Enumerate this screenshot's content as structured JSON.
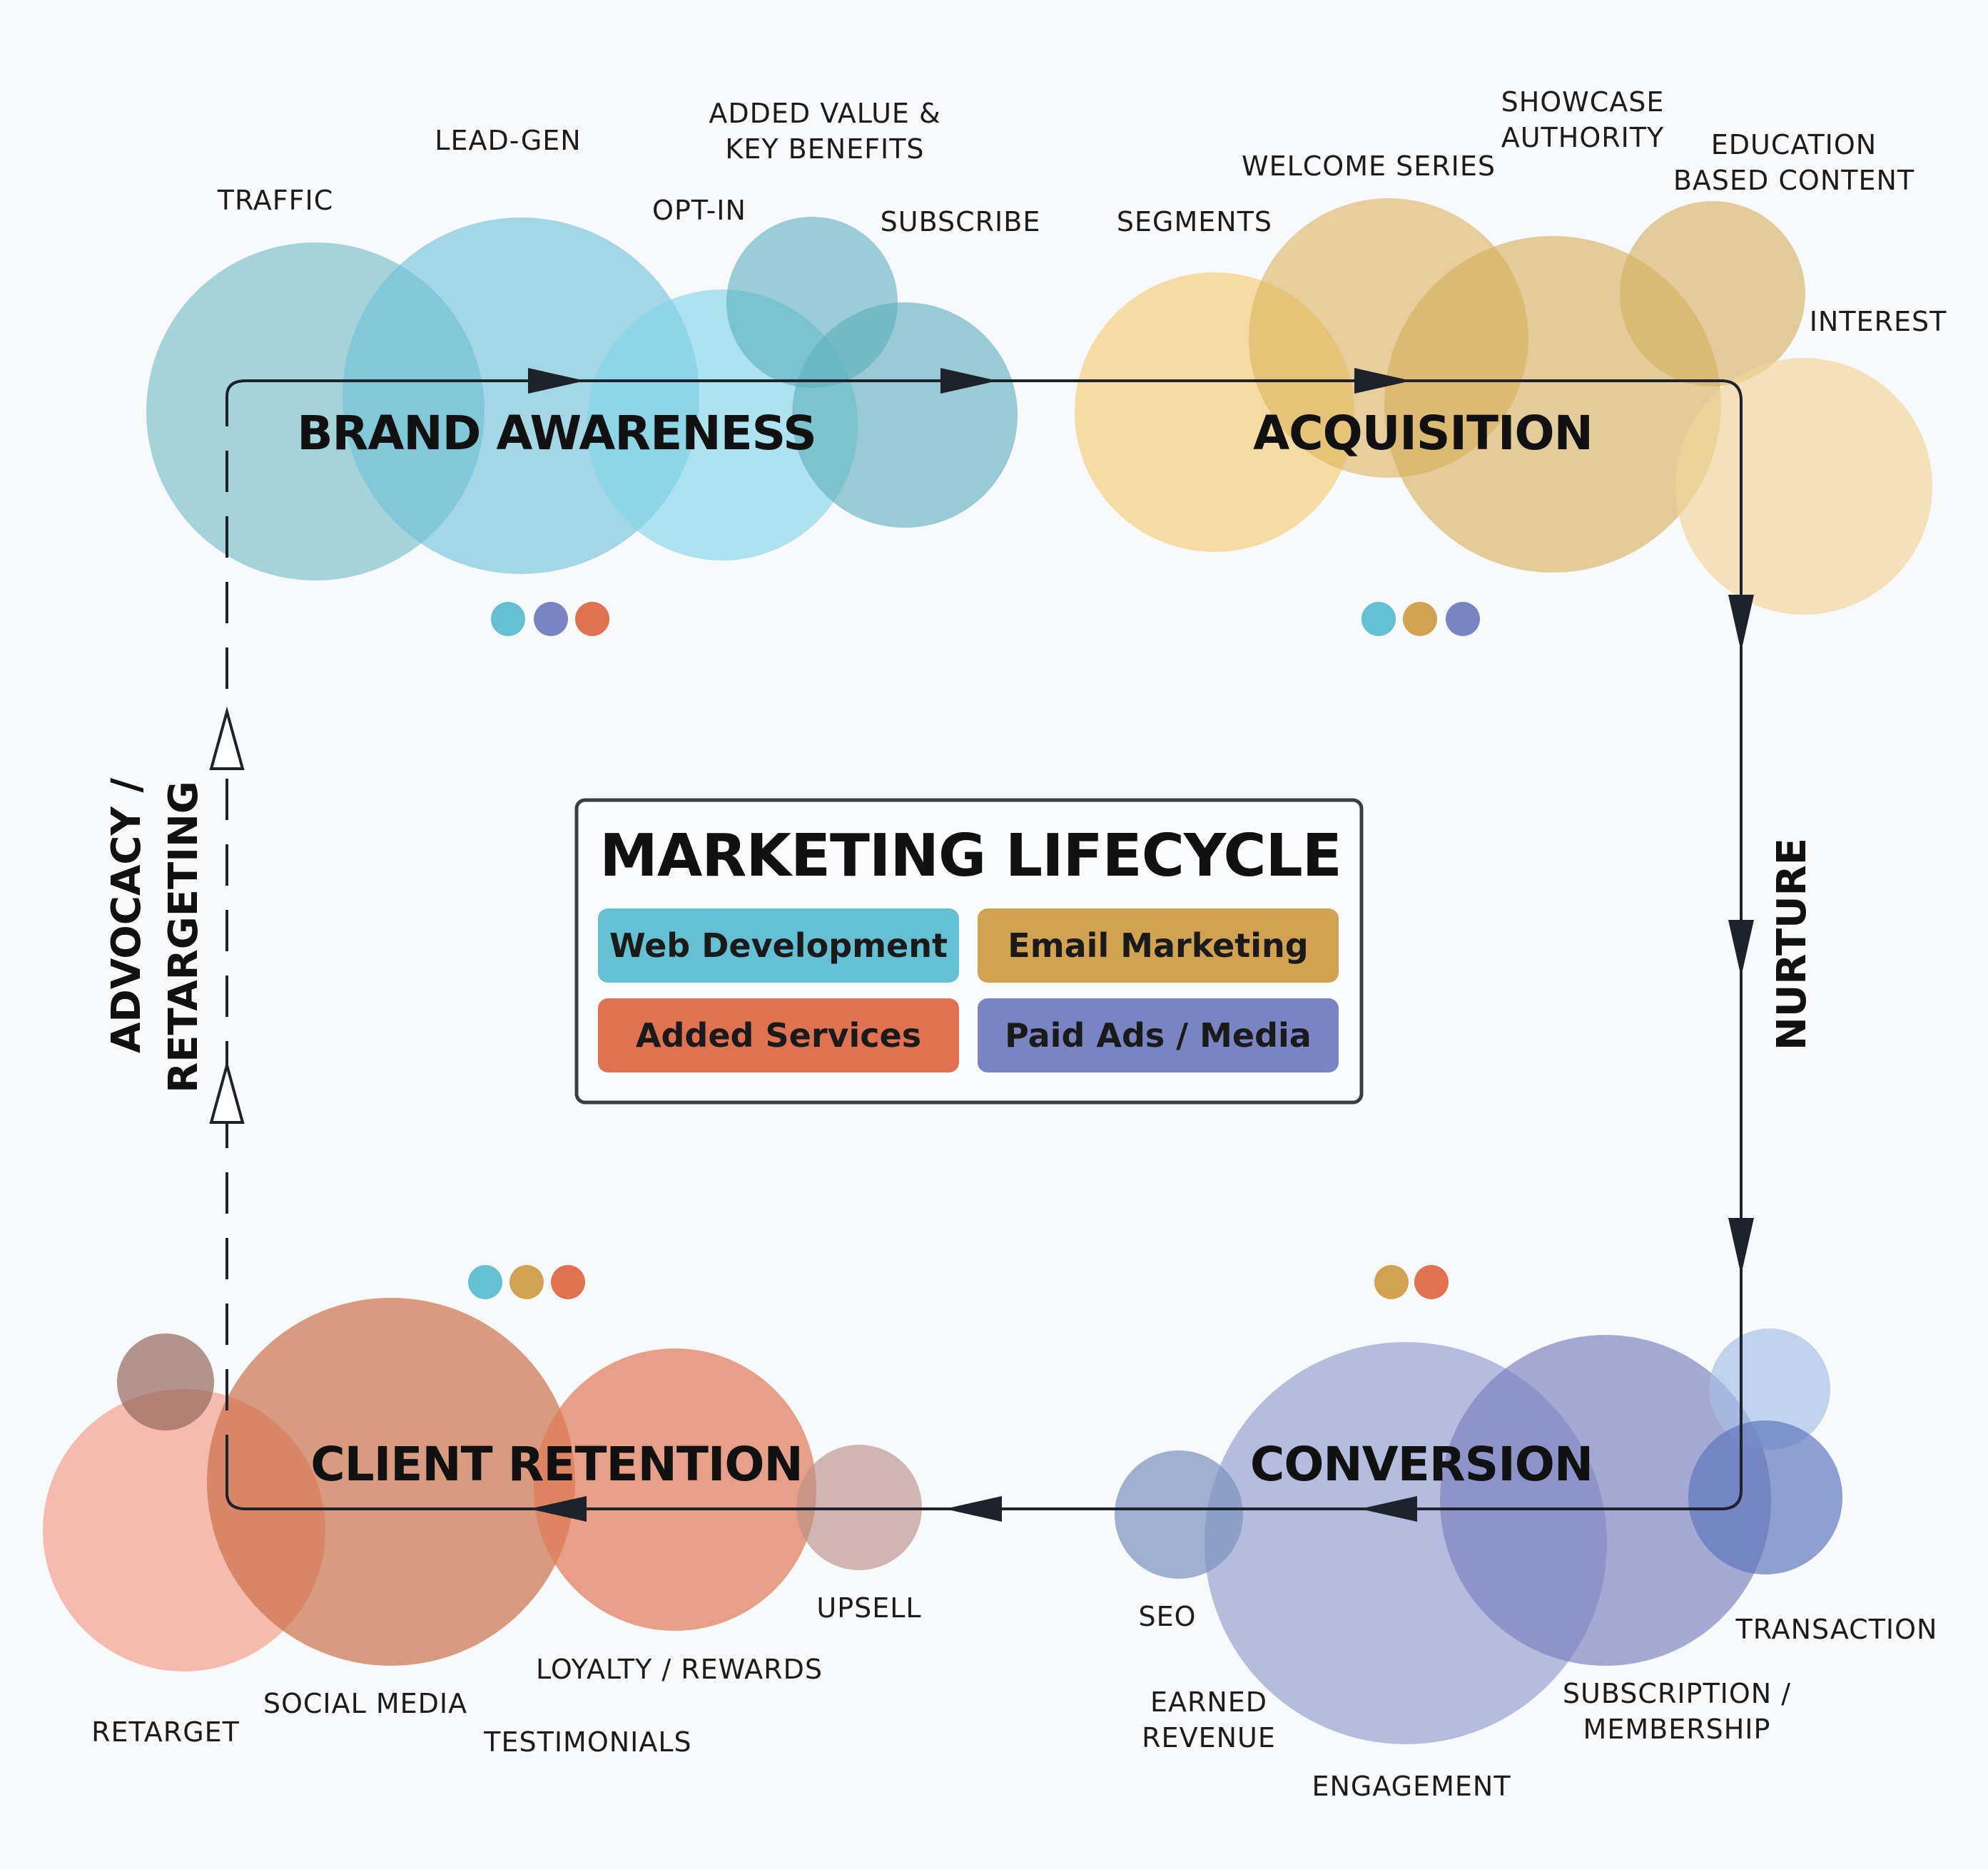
{
  "legend": {
    "title": "MARKETING LIFECYCLE",
    "items": [
      {
        "label": "Web Development",
        "color": "#65c0d3"
      },
      {
        "label": "Email Marketing",
        "color": "#d2a253"
      },
      {
        "label": "Added Services",
        "color": "#e07252"
      },
      {
        "label": "Paid Ads / Media",
        "color": "#7b84c2"
      }
    ]
  },
  "stages": {
    "brand_awareness": "BRAND AWARENESS",
    "acquisition": "ACQUISITION",
    "conversion": "CONVERSION",
    "client_retention": "CLIENT RETENTION"
  },
  "connectors": {
    "nurture": "NURTURE",
    "advocacy_line1": "ADVOCACY /",
    "advocacy_line2": "RETARGETING"
  },
  "labels": {
    "traffic": "TRAFFIC",
    "lead_gen": "LEAD-GEN",
    "added_value_1": "ADDED VALUE &",
    "added_value_2": "KEY BENEFITS",
    "opt_in": "OPT-IN",
    "subscribe": "SUBSCRIBE",
    "segments": "SEGMENTS",
    "welcome_series": "WELCOME SERIES",
    "showcase_1": "SHOWCASE",
    "showcase_2": "AUTHORITY",
    "education_1": "EDUCATION",
    "education_2": "BASED CONTENT",
    "interest": "INTEREST",
    "seo": "SEO",
    "earned_1": "EARNED",
    "earned_2": "REVENUE",
    "engagement": "ENGAGEMENT",
    "subscription_1": "SUBSCRIPTION /",
    "subscription_2": "MEMBERSHIP",
    "transaction": "TRANSACTION",
    "upsell": "UPSELL",
    "loyalty": "LOYALTY / REWARDS",
    "testimonials": "TESTIMONIALS",
    "social_media": "SOCIAL MEDIA",
    "retarget": "RETARGET"
  }
}
